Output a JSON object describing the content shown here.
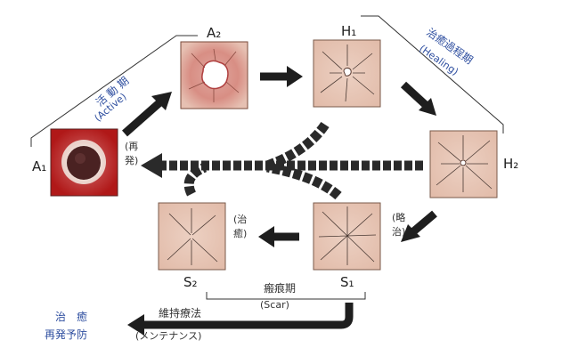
{
  "stages": {
    "a1": "A₁",
    "a2": "A₂",
    "h1": "H₁",
    "h2": "H₂",
    "s1": "S₁",
    "s2": "S₂"
  },
  "phases": {
    "active_jp": "活 動 期",
    "active_en": "(Active)",
    "healing_jp": "治癒過程期",
    "healing_en": "(Healing)",
    "scar_jp": "瘢痕期",
    "scar_en": "(Scar)"
  },
  "transitions": {
    "relapse": [
      "(再",
      "発)"
    ],
    "healed_a": [
      "(治",
      "癒)"
    ],
    "healed_b": [
      "(略",
      "治)"
    ]
  },
  "maintenance": {
    "therapy_jp": "維持療法",
    "therapy_en": "(メンテナンス)",
    "goal_line1": "治　癒",
    "goal_line2": "再発予防"
  },
  "colors": {
    "tissue": "#e8c8b8",
    "ulcer_red": "#b01818",
    "label_blue": "#2f4fa0",
    "arrow": "#1e1e1e"
  }
}
